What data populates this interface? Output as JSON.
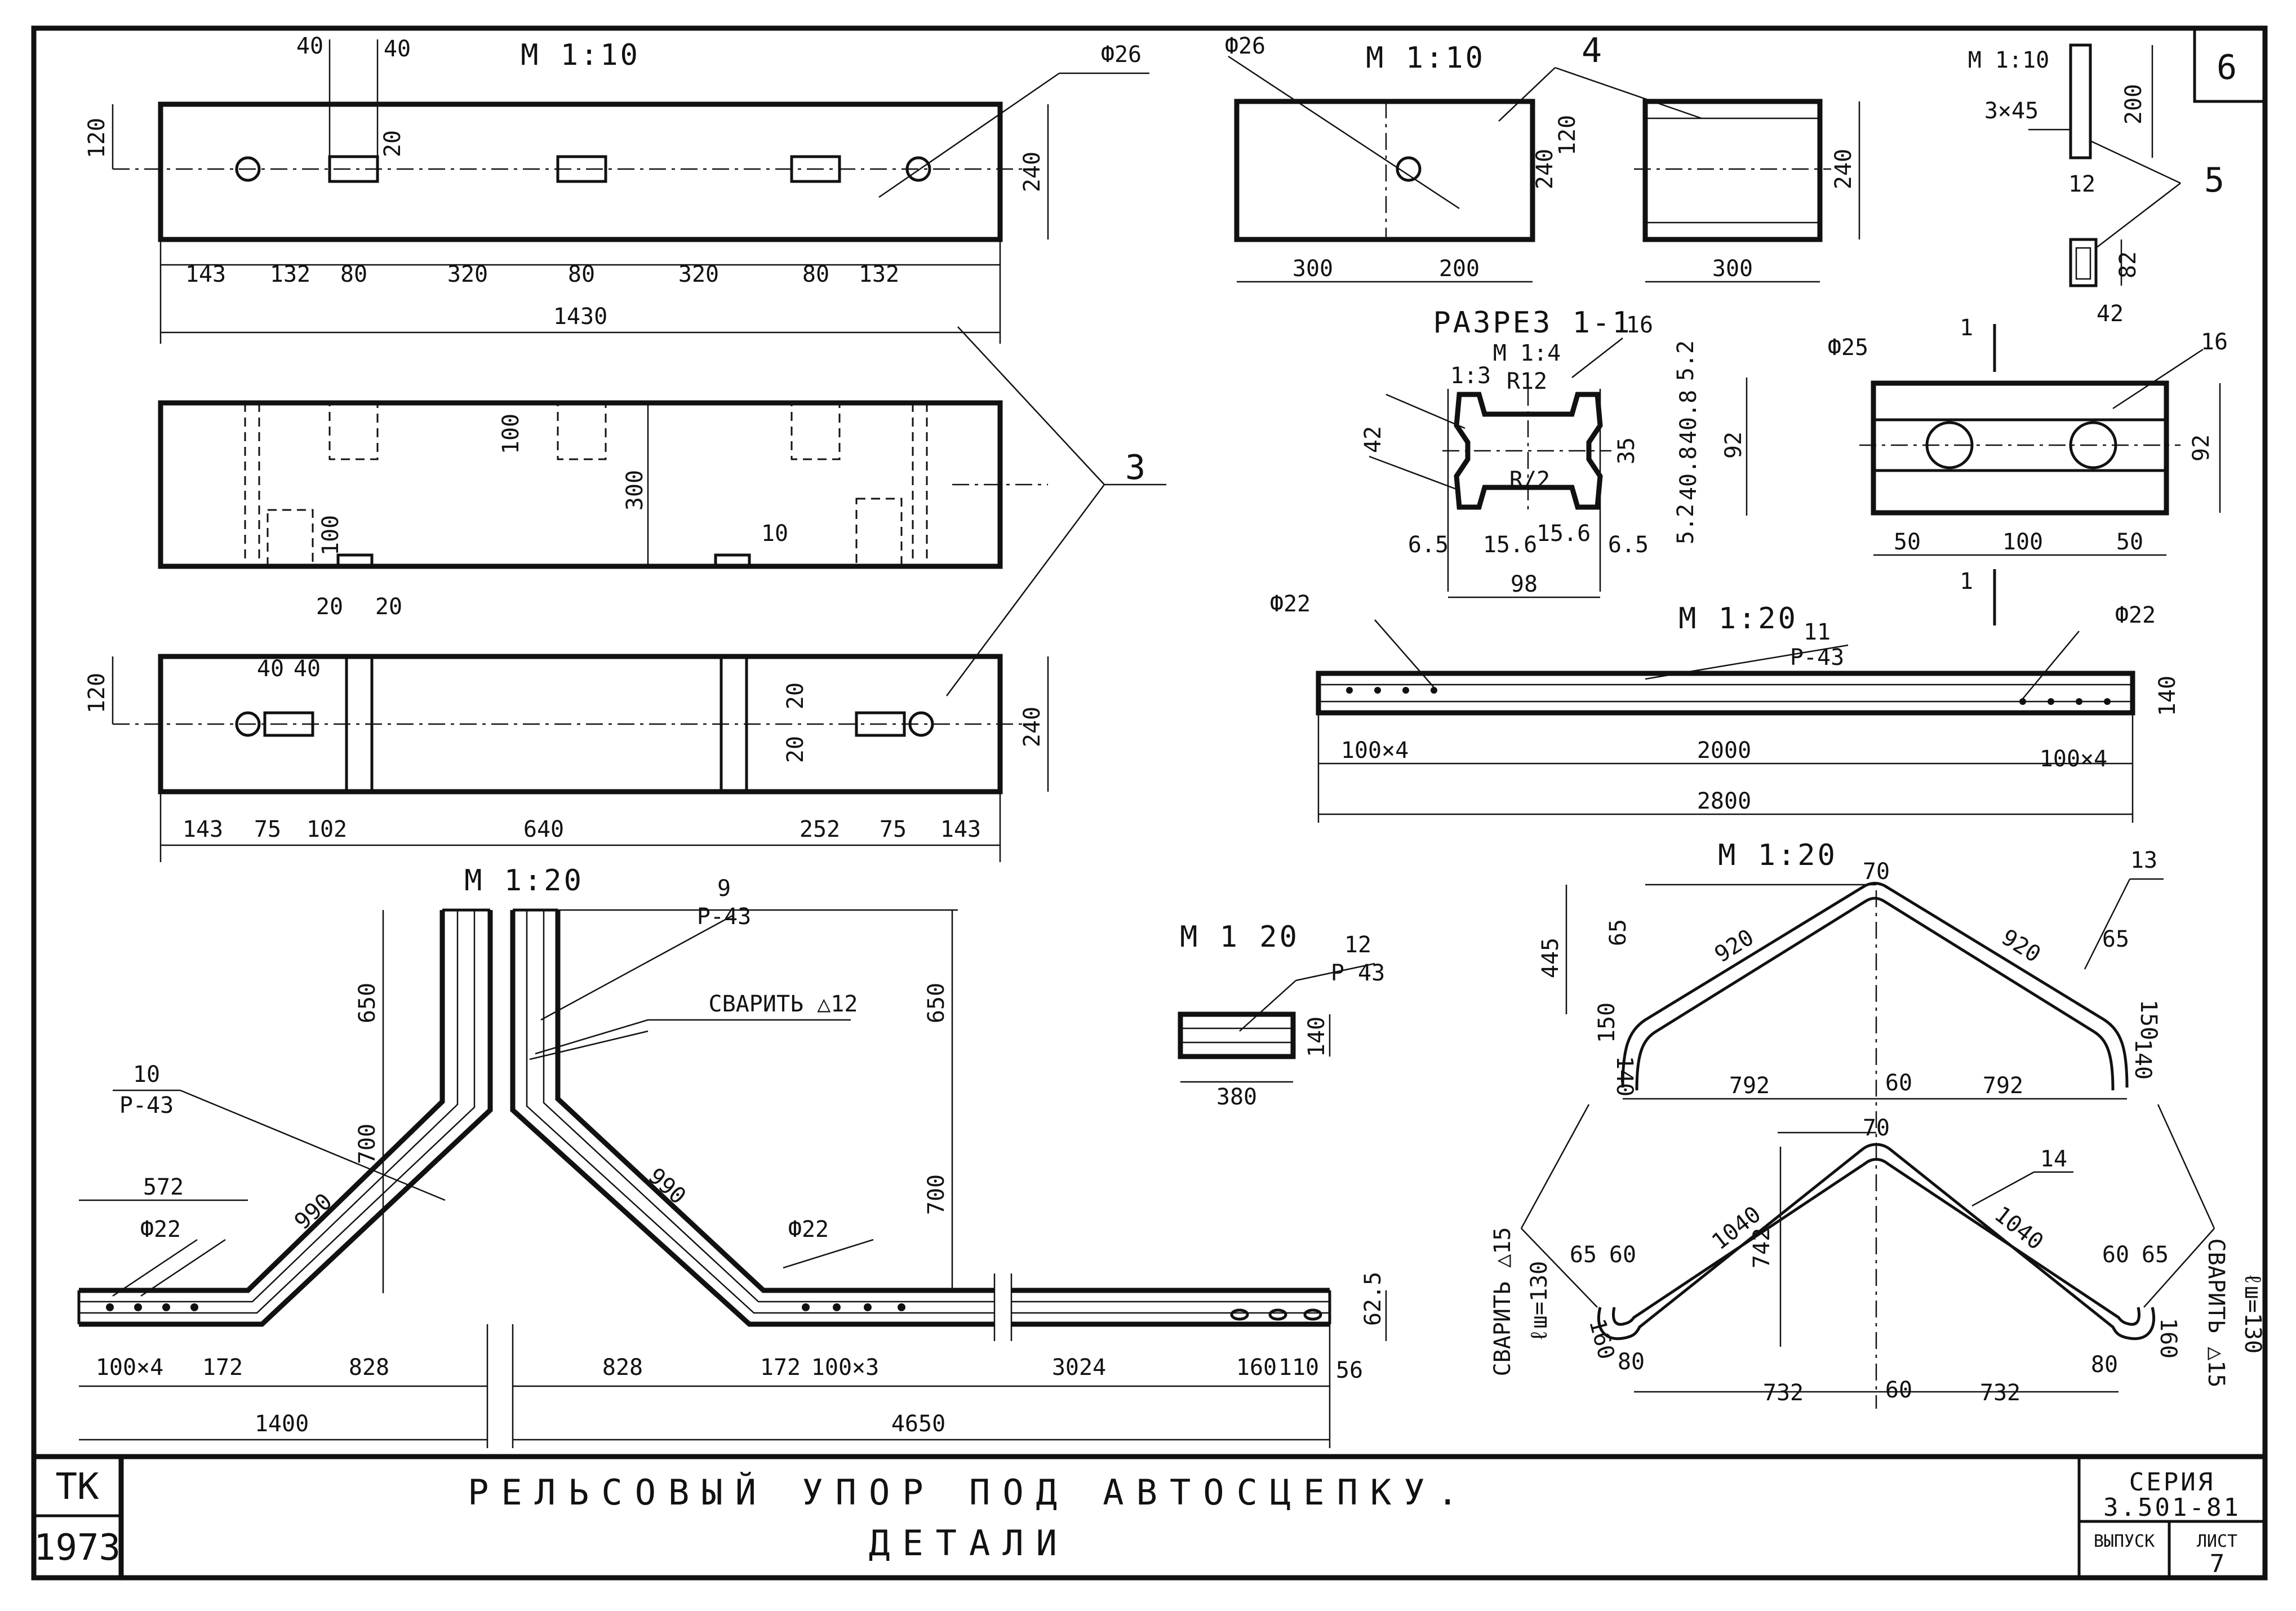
{
  "sheet": {
    "stamp_tk": "ТК",
    "stamp_year": "1973",
    "corner_number": "6",
    "title_line1": "РЕЛЬСОВЫЙ УПОР ПОД АВТОСЦЕПКУ.",
    "title_line2": "ДЕТАЛИ",
    "series_label": "СЕРИЯ",
    "series_value": "3.501-81",
    "issue_label": "ВЫПУСК",
    "sheet_label": "ЛИСТ",
    "sheet_value": "7"
  },
  "beam_views": {
    "scale": "М 1:10",
    "hole_dia": "Ф26",
    "part_no": "3",
    "dims_top": [
      "40",
      "40",
      "120",
      "20",
      "240"
    ],
    "dims_row1": [
      "143",
      "132",
      "80",
      "320",
      "80",
      "320",
      "80",
      "132"
    ],
    "overall_len": "1430",
    "dims_plan": [
      "100",
      "300",
      "100",
      "10"
    ],
    "dims_bottom_top": [
      "20",
      "20",
      "40",
      "40",
      "20",
      "20",
      "120",
      "240"
    ],
    "dims_row3": [
      "143",
      "75",
      "102",
      "640",
      "252",
      "75",
      "143"
    ]
  },
  "block_views": {
    "scale": "М 1:10",
    "hole_dia": "Ф26",
    "part_no": "4",
    "dims": [
      "120",
      "240",
      "240",
      "300",
      "200",
      "300"
    ]
  },
  "plate5": {
    "scale": "М 1:10",
    "chamfer": "3×45",
    "part_no": "5",
    "dims": [
      "200",
      "12",
      "82",
      "42"
    ]
  },
  "section": {
    "title": "РАЗРЕЗ 1-1",
    "scale": "М 1:4",
    "part_no": "16",
    "radius": "R12",
    "radius2": "R/2",
    "slope": "1:3",
    "dims": [
      "5.2",
      "40.8",
      "40.8",
      "5.2",
      "35",
      "92",
      "42",
      "6.5",
      "15.6",
      "15.6",
      "6.5",
      "98"
    ]
  },
  "plate16": {
    "hole_dia": "Ф25",
    "part_no": "16",
    "cut": "1",
    "dims": [
      "92",
      "50",
      "100",
      "50"
    ]
  },
  "rail11": {
    "scale": "М 1:20",
    "part_no": "11",
    "rail": "Р-43",
    "hole_dia": "Ф22",
    "dims": [
      "100×4",
      "2000",
      "100×4",
      "2800",
      "140"
    ]
  },
  "rail10": {
    "scale": "М 1:20",
    "part_no": "10",
    "rail": "Р-43",
    "hole_dia": "Ф22",
    "dims": [
      "572",
      "990",
      "650",
      "700",
      "100×4",
      "172",
      "828",
      "1400"
    ]
  },
  "rail9": {
    "part_no": "9",
    "rail": "Р-43",
    "weld": "СВАРИТЬ △12",
    "hole_dia": "Ф22",
    "dims": [
      "650",
      "700",
      "990",
      "828",
      "172",
      "100×3",
      "3024",
      "160",
      "110",
      "56",
      "62.5",
      "4650"
    ]
  },
  "rail12": {
    "scale": "М 1 20",
    "part_no": "12",
    "rail": "Р 43",
    "dims": [
      "140",
      "380"
    ]
  },
  "bent13": {
    "scale": "М 1:20",
    "part_no": "13",
    "dims": [
      "70",
      "920",
      "920",
      "65",
      "65",
      "445",
      "150",
      "150",
      "140",
      "140",
      "792",
      "60",
      "792"
    ]
  },
  "bent14": {
    "part_no": "14",
    "dims": [
      "70",
      "1040",
      "1040",
      "742",
      "65",
      "60",
      "60",
      "65",
      "160",
      "160",
      "80",
      "80",
      "732",
      "60",
      "732"
    ],
    "weld_left": "СВАРИТЬ △15",
    "weld_right": "СВАРИТЬ △15",
    "weld_len_left": "ℓш=130",
    "weld_len_right": "ℓш=130"
  }
}
